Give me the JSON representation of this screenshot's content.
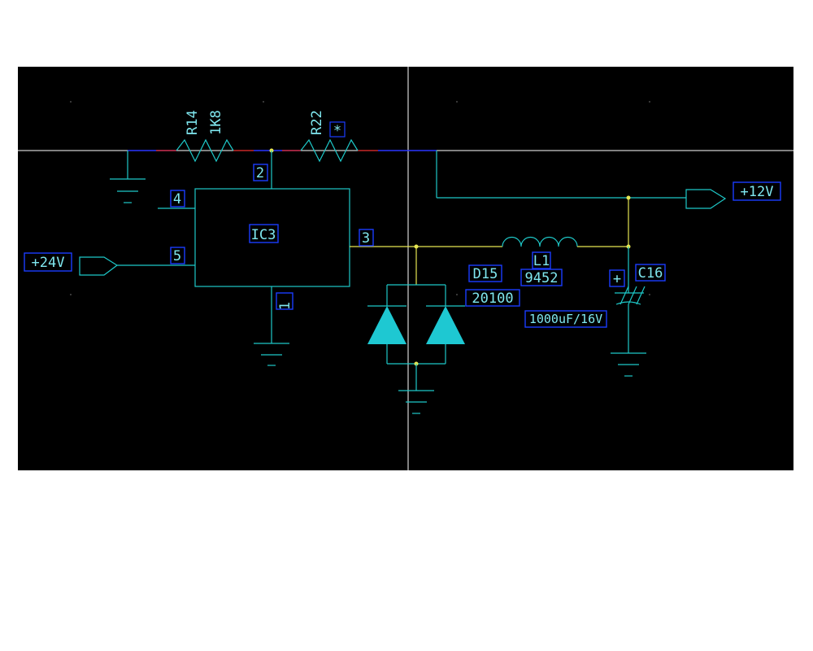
{
  "nets": {
    "in24": "+24V",
    "out12": "+12V"
  },
  "components": {
    "r14": {
      "ref": "R14",
      "value": "1K8"
    },
    "r22": {
      "ref": "R22",
      "value": "*"
    },
    "ic3": {
      "ref": "IC3",
      "pins": [
        "1",
        "2",
        "3",
        "4",
        "5"
      ]
    },
    "d15": {
      "ref": "D15",
      "value": "20100"
    },
    "l1": {
      "ref": "L1",
      "value": "9452"
    },
    "c16": {
      "ref": "C16",
      "value": "1000uF/16V",
      "polarity": "+"
    }
  },
  "colors": {
    "background": "#000000",
    "wire": "#1ec8c8",
    "power_wire": "#e6e652",
    "cursor": "#ffffff",
    "label": "#7fe7ef",
    "label_border": "#1a3cff",
    "diode_fill": "#1ec8d2"
  }
}
